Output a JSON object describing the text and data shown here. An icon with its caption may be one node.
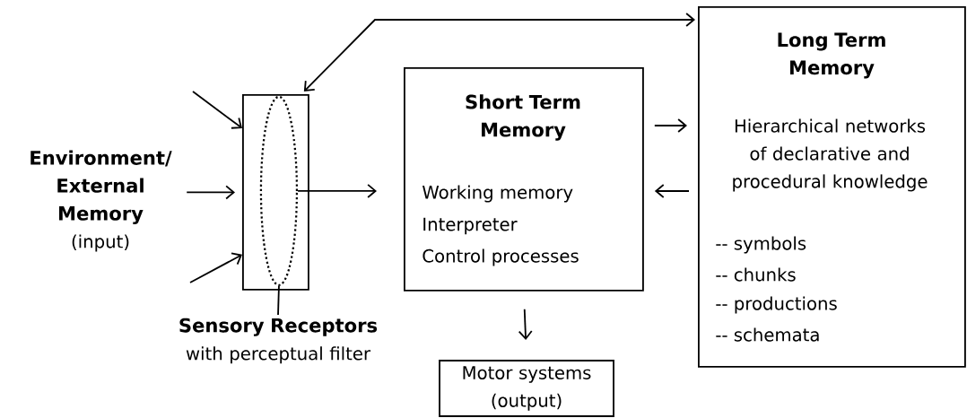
{
  "diagram": {
    "nodes": [
      {
        "text": [
          "Environment/ External Memory",
          "(input)"
        ]
      },
      {
        "text": [],
        "shape": "box"
      },
      {
        "text": [],
        "shape": "ellipse",
        "in": 1
      },
      {
        "text": [
          "Sensory Receptors",
          "with perceptual filter"
        ]
      },
      {
        "text": [
          "Short Term Memory",
          "Working memory",
          "Interpreter",
          "Control processes"
        ]
      },
      {
        "text": [
          "Long Term Memory",
          "Hierarchical networks of declarative and procedural knowledge",
          "-- symbols",
          "-- chunks",
          "-- productions",
          "-- schemata"
        ]
      },
      {
        "text": [
          "Motor systems (output)"
        ]
      }
    ],
    "edges": [
      {
        "from": null,
        "to": 1,
        "arrow": "to"
      },
      {
        "from": 0,
        "to": 1,
        "arrow": "to"
      },
      {
        "from": null,
        "to": 1,
        "arrow": "to"
      },
      {
        "from": 2,
        "to": 4,
        "arrow": "to"
      },
      {
        "from": 4,
        "to": 5,
        "arrow": "to"
      },
      {
        "from": 5,
        "to": 4,
        "arrow": "to"
      },
      {
        "from": 4,
        "to": 6,
        "arrow": "to"
      },
      {
        "from": 1,
        "to": 5,
        "arrow": "both"
      },
      {
        "from": 3,
        "to": 2,
        "arrow": "none"
      }
    ]
  }
}
